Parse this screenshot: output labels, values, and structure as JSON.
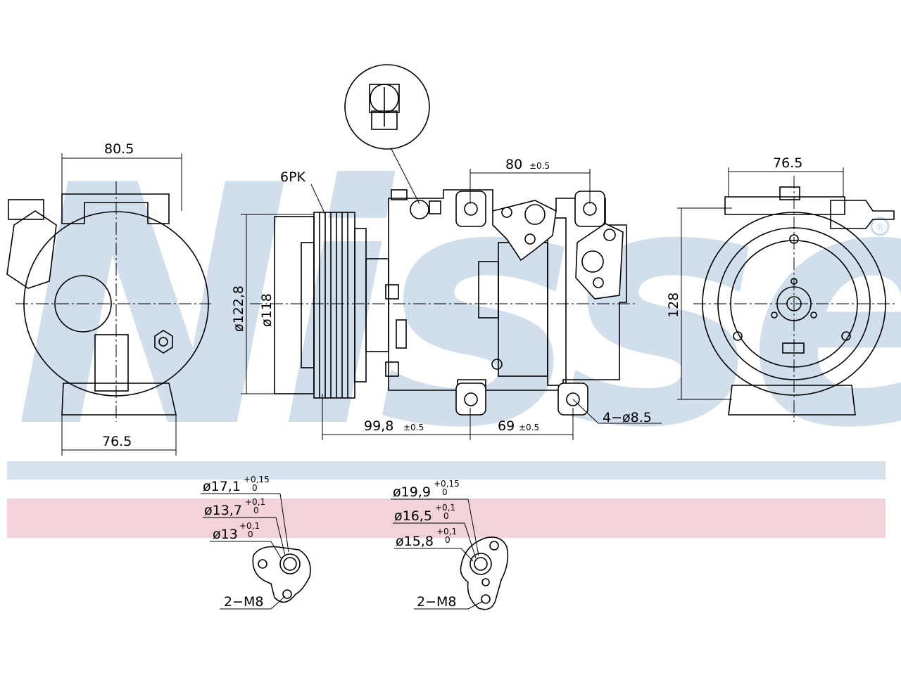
{
  "watermark": {
    "text": "Nissens",
    "color": "#c9d9e9",
    "registered_mark": "®"
  },
  "bands": {
    "blue": "#d5e3ef",
    "pink": "#f2d3da"
  },
  "dimensions": {
    "left_top_width": "80.5",
    "left_bottom_width": "76.5",
    "pulley_type": "6PK",
    "pulley_outer_dia": "ø122,8",
    "pulley_inner_dia": "ø118",
    "mount_spacing_top": "80",
    "mount_spacing_top_tol": "±0.5",
    "length_front": "99,8",
    "length_front_tol": "±0.5",
    "length_rear": "69",
    "length_rear_tol": "±0.5",
    "mount_holes": "4−ø8.5",
    "right_top_width": "76.5",
    "right_height": "128"
  },
  "port_left": {
    "dia1": "ø17,1",
    "dia1_tol_up": "+0,15",
    "dia1_tol_low": "0",
    "dia2": "ø13,7",
    "dia2_tol_up": "+0,1",
    "dia2_tol_low": "0",
    "dia3": "ø13",
    "dia3_tol_up": "+0,1",
    "dia3_tol_low": "0",
    "thread": "2−M8"
  },
  "port_right": {
    "dia1": "ø19,9",
    "dia1_tol_up": "+0,15",
    "dia1_tol_low": "0",
    "dia2": "ø16,5",
    "dia2_tol_up": "+0,1",
    "dia2_tol_low": "0",
    "dia3": "ø15,8",
    "dia3_tol_up": "+0,1",
    "dia3_tol_low": "0",
    "thread": "2−M8"
  }
}
